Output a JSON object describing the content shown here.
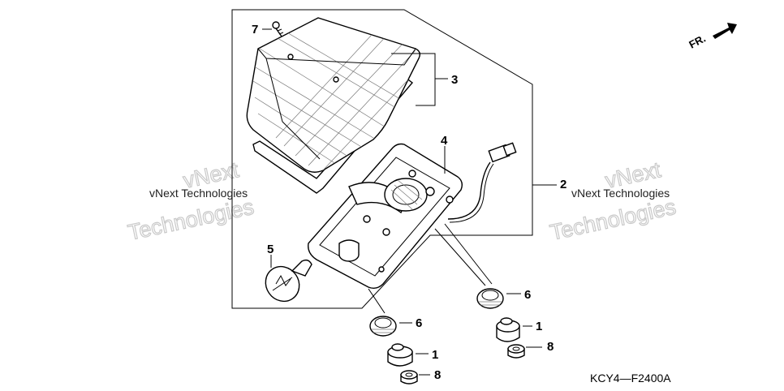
{
  "diagram": {
    "orientation_label": "FR.",
    "drawing_code": "KCY4—F2400A",
    "watermarks": {
      "left_small": "vNext Technologies",
      "left_big_line1": "vNext",
      "left_big_line2": "Technologies",
      "right_small": "vNext Technologies",
      "right_big_line1": "vNext",
      "right_big_line2": "Technologies"
    },
    "callouts": {
      "c7": "7",
      "c3": "3",
      "c4": "4",
      "c2": "2",
      "c5": "5",
      "c6_right": "6",
      "c6_left": "6",
      "c1_right": "1",
      "c1_left": "1",
      "c8_right": "8",
      "c8_left": "8"
    }
  }
}
